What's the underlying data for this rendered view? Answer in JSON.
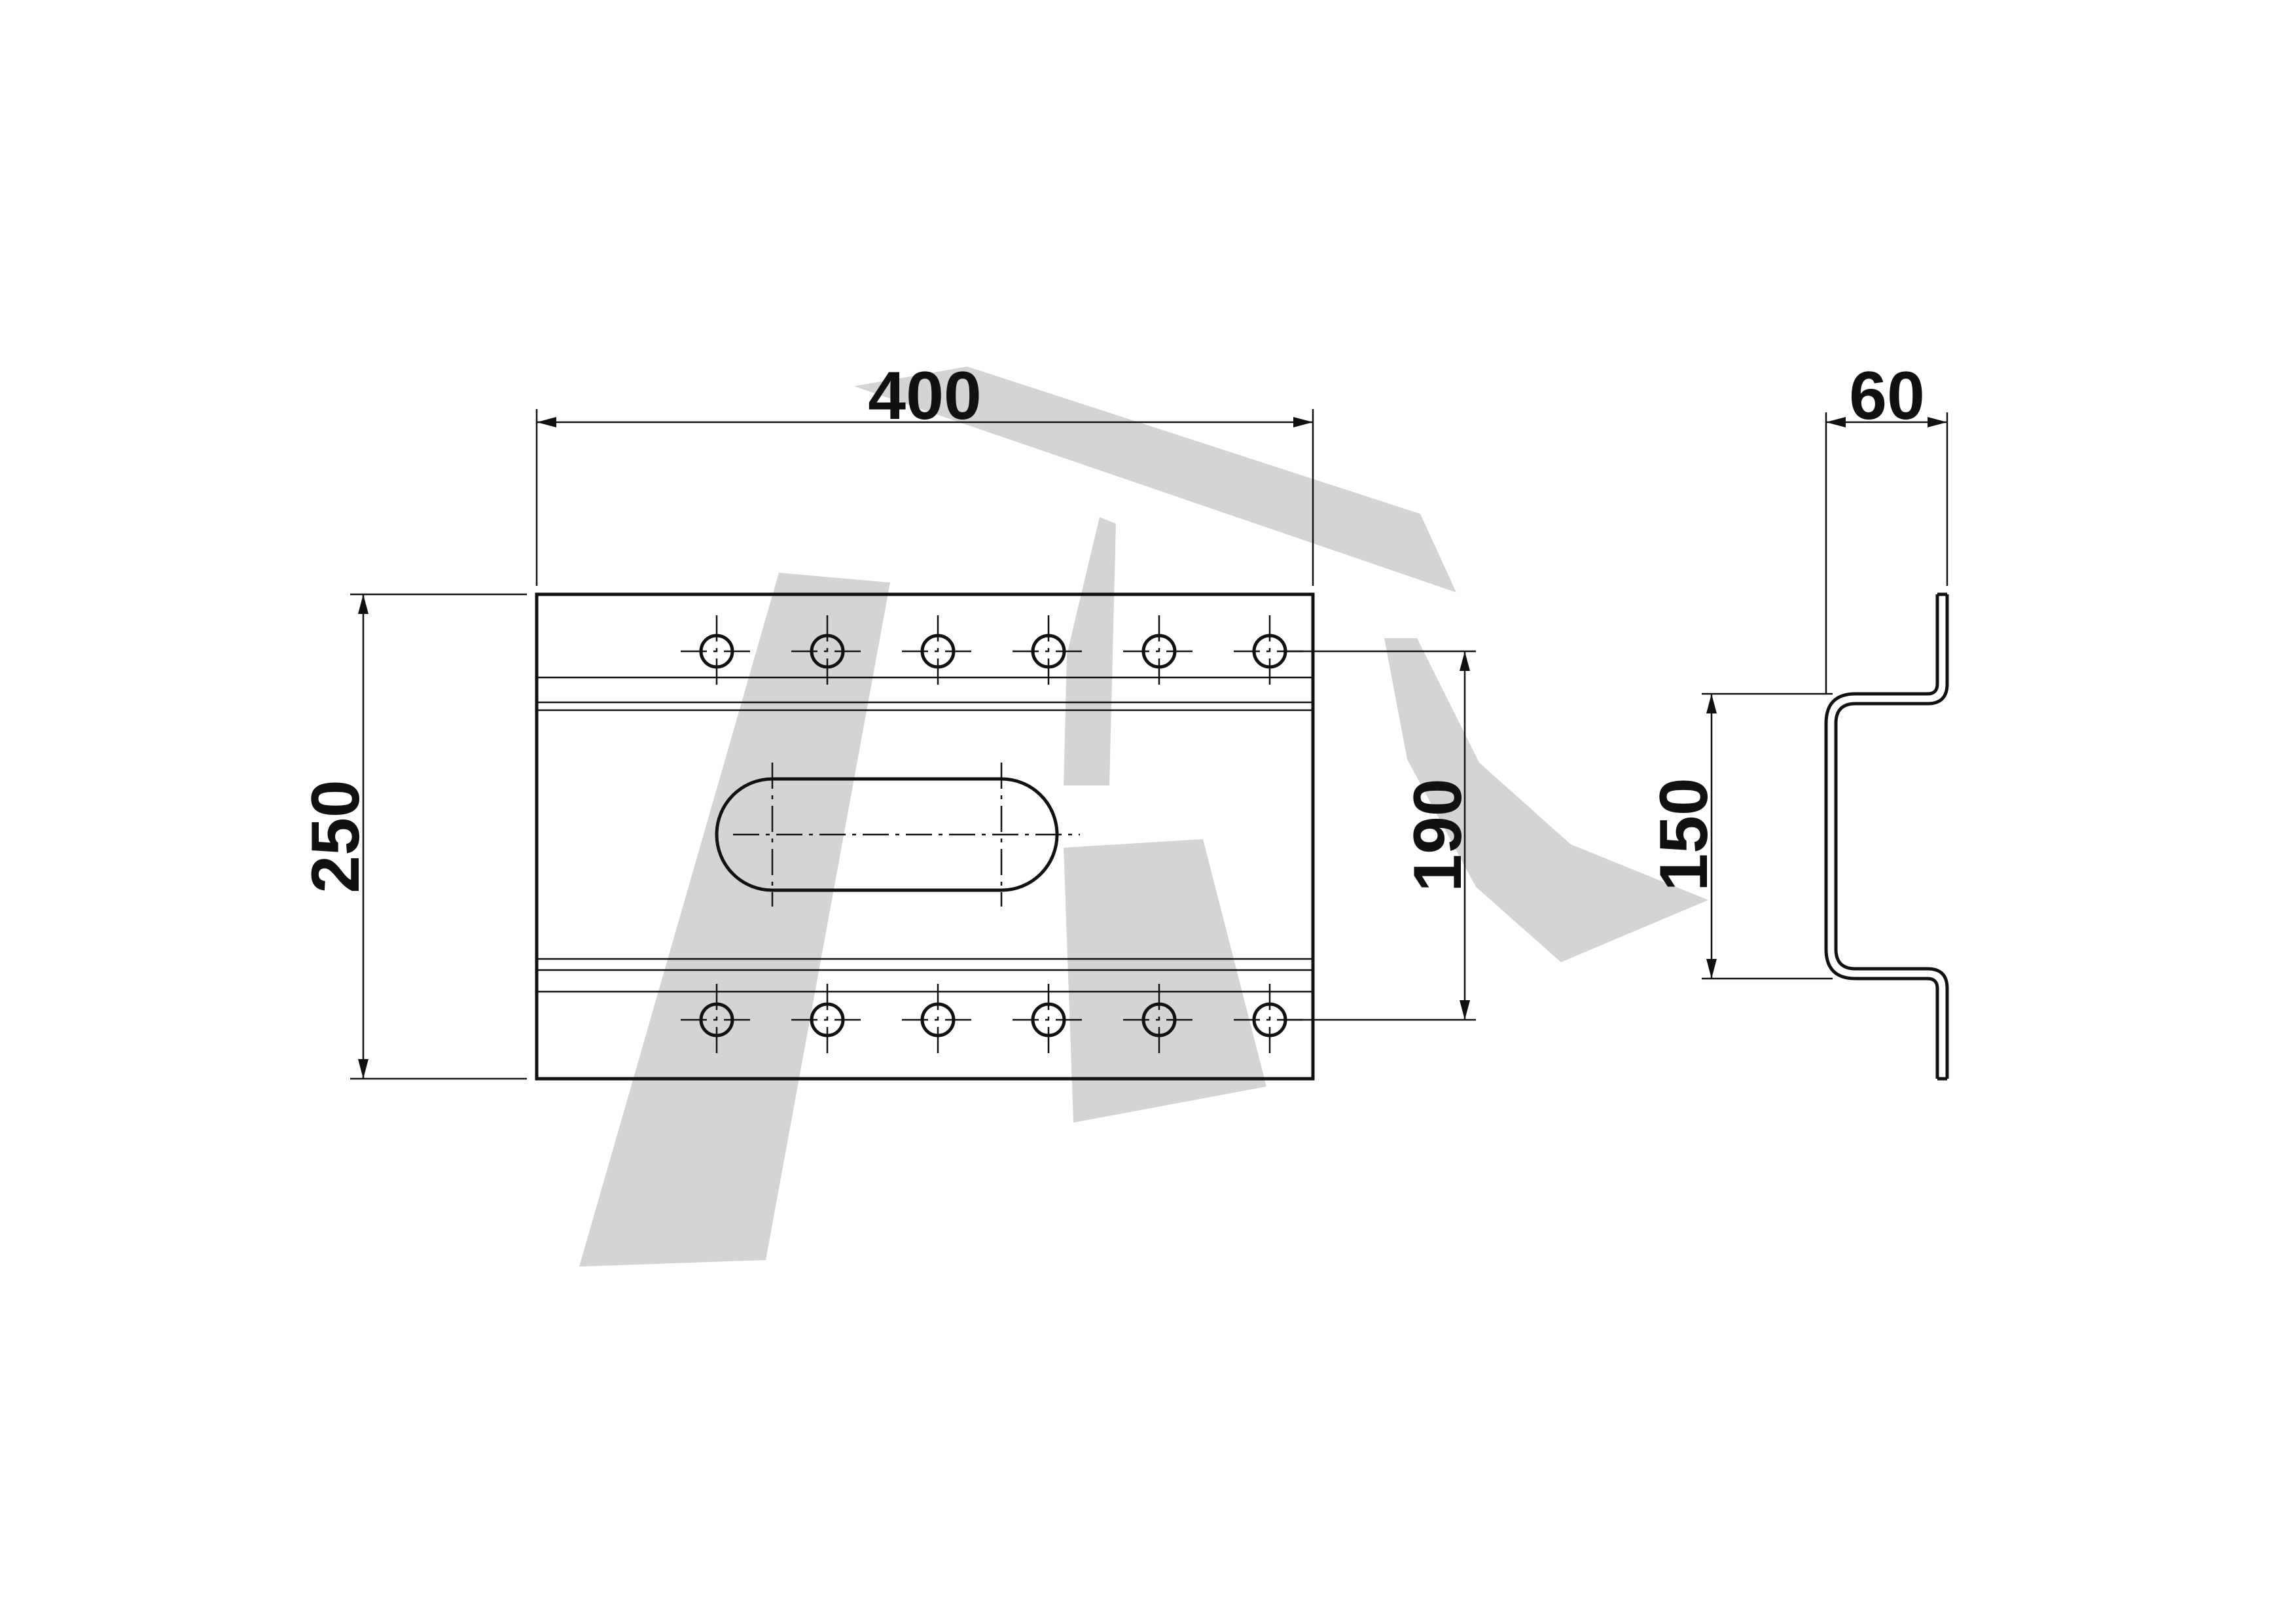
{
  "drawing": {
    "watermark_color": "#d4d4d4",
    "line_color": "#111111",
    "dimensions": {
      "overall_width": "400",
      "overall_height": "250",
      "hole_spacing": "190",
      "profile_width": "60",
      "profile_height": "150"
    },
    "holes_per_row": 6,
    "hole_rows": 2,
    "slot_count": 1
  }
}
